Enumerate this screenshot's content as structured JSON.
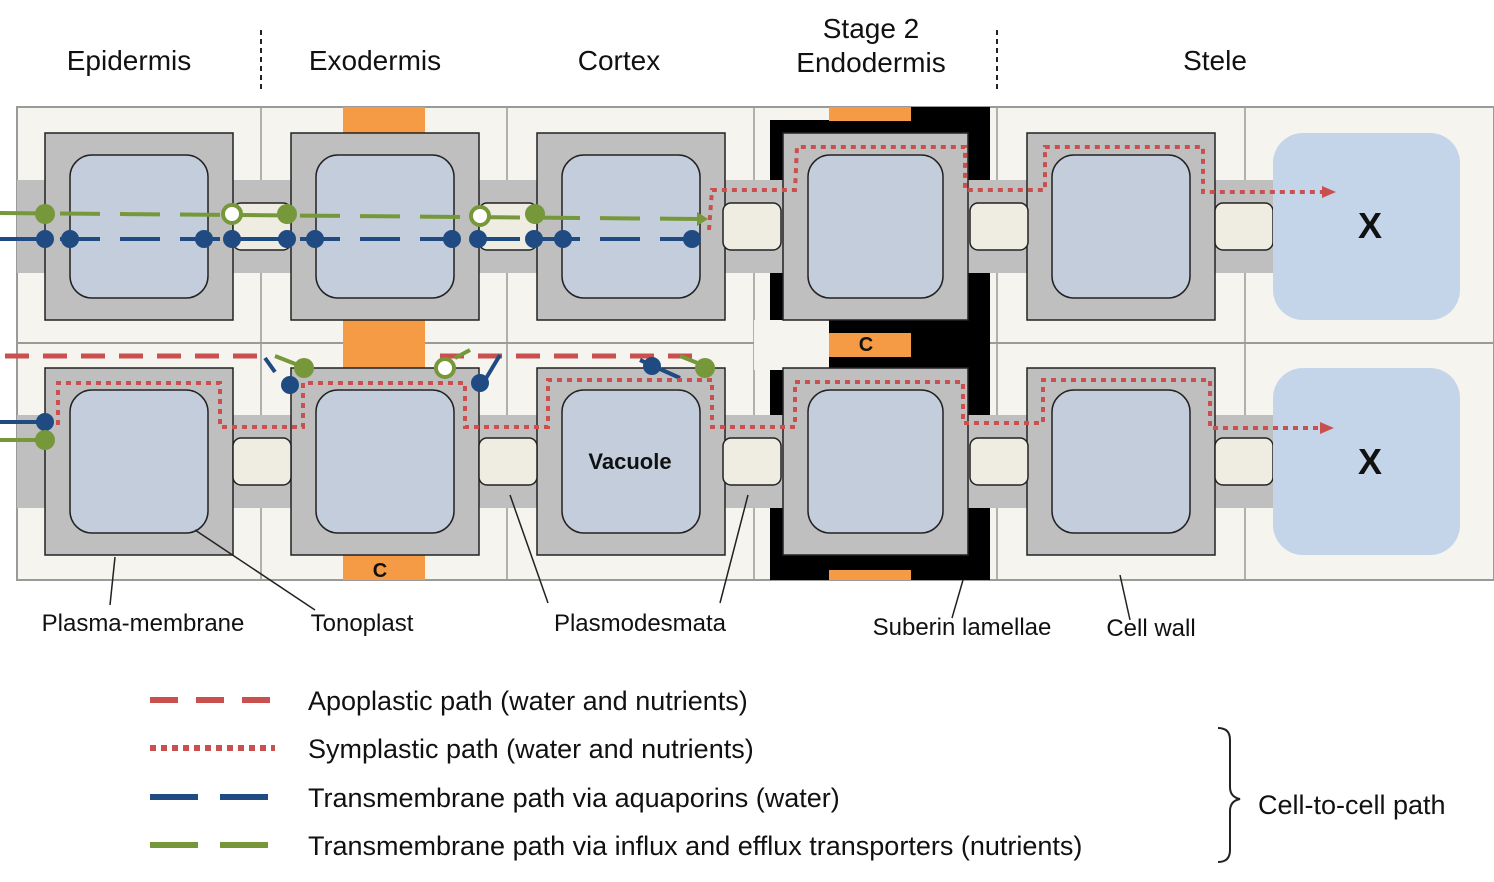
{
  "headers": {
    "epidermis": "Epidermis",
    "exodermis": "Exodermis",
    "cortex": "Cortex",
    "endodermis_line1": "Stage 2",
    "endodermis_line2": "Endodermis",
    "stele": "Stele"
  },
  "cell_labels": {
    "vacuole": "Vacuole",
    "casparian_strip": "C",
    "xylem": "X"
  },
  "annotations": {
    "plasma_membrane": "Plasma-membrane",
    "tonoplast": "Tonoplast",
    "plasmodesmata": "Plasmodesmata",
    "suberin_lamellae": "Suberin lamellae",
    "cell_wall": "Cell wall"
  },
  "legend": {
    "items": [
      {
        "label": "Apoplastic path (water and nutrients)",
        "style": "dashed",
        "color": "#c9504f"
      },
      {
        "label": "Symplastic path (water and nutrients)",
        "style": "dotted",
        "color": "#c9504f"
      },
      {
        "label": "Transmembrane path via aquaporins (water)",
        "style": "dashed",
        "color": "#1f4b82"
      },
      {
        "label": "Transmembrane path via influx and efflux transporters (nutrients)",
        "style": "dashed",
        "color": "#76983a"
      }
    ],
    "group_label": "Cell-to-cell path"
  },
  "colors": {
    "apoplastic": "#c9504f",
    "aquaporin": "#1f4b82",
    "transporter": "#76983a",
    "casparian": "#f59a45",
    "suberin": "#000000",
    "cytoplasm": "#bfbfbf",
    "vacuole": "#c3cddb",
    "cell_wall_bg": "#f5f4ef",
    "plasmodesma": "#efede2",
    "xylem": "#c4d5ea"
  }
}
